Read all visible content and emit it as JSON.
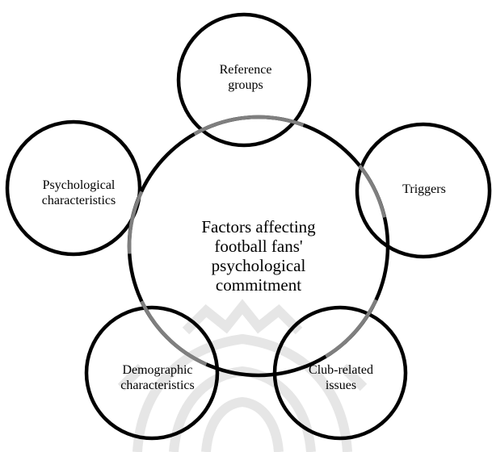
{
  "center": {
    "text": "Factors affecting\nfootball fans'\npsychological\ncommitment"
  },
  "nodes": {
    "reference_groups": "Reference\ngroups",
    "triggers": "Triggers",
    "psychological": "Psychological\ncharacteristics",
    "demographic": "Demographic\ncharacteristics",
    "club_related": "Club-related\nissues"
  },
  "colors": {
    "outline": "#000000",
    "overlap_outline": "#7f7f7f",
    "watermark": "#e6e6e6",
    "background": "#ffffff"
  }
}
